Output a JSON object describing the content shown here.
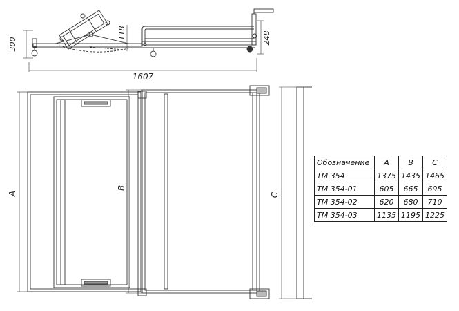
{
  "dimensions": {
    "height_total": "300",
    "height_frame": "118",
    "height_right": "248",
    "length_total": "1607",
    "label_a": "A",
    "label_b": "B",
    "label_c": "C"
  },
  "table": {
    "headers": [
      "Обозначение",
      "A",
      "B",
      "C"
    ],
    "rows": [
      [
        "ТМ 354",
        "1375",
        "1435",
        "1465"
      ],
      [
        "ТМ 354-01",
        "605",
        "665",
        "695"
      ],
      [
        "ТМ 354-02",
        "620",
        "680",
        "710"
      ],
      [
        "ТМ 354-03",
        "1135",
        "1195",
        "1225"
      ]
    ]
  }
}
